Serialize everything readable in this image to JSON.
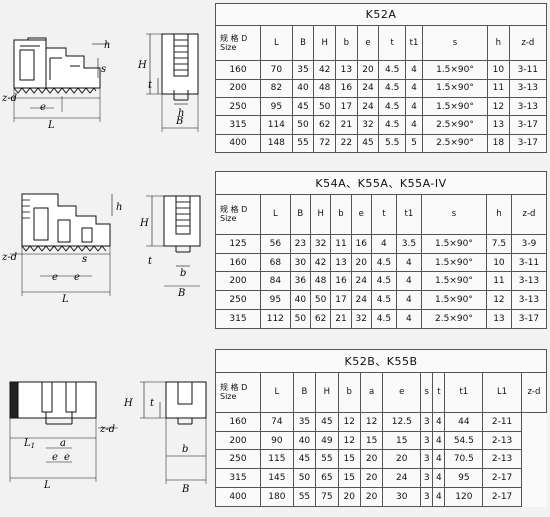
{
  "labels": {
    "L": "L",
    "B": "B",
    "H": "H",
    "h": "h",
    "e": "e",
    "s": "s",
    "t": "t",
    "t1": "t",
    "t1sub": "1",
    "a": "a",
    "L1": "L",
    "L1sub": "1",
    "zd": "z-d"
  },
  "tables": [
    {
      "title": "K52A",
      "cap_a": "规 格 D",
      "cap_b": "Size",
      "headers": [
        "L",
        "B",
        "H",
        "b",
        "e",
        "t",
        "t1",
        "s",
        "h",
        "z-d"
      ],
      "rows": [
        [
          "160",
          "70",
          "35",
          "42",
          "13",
          "20",
          "4.5",
          "4",
          "1.5×90°",
          "10",
          "3-11"
        ],
        [
          "200",
          "82",
          "40",
          "48",
          "16",
          "24",
          "4.5",
          "4",
          "1.5×90°",
          "11",
          "3-13"
        ],
        [
          "250",
          "95",
          "45",
          "50",
          "17",
          "24",
          "4.5",
          "4",
          "1.5×90°",
          "12",
          "3-13"
        ],
        [
          "315",
          "114",
          "50",
          "62",
          "21",
          "32",
          "4.5",
          "4",
          "2.5×90°",
          "13",
          "3-17"
        ],
        [
          "400",
          "148",
          "55",
          "72",
          "22",
          "45",
          "5.5",
          "5",
          "2.5×90°",
          "18",
          "3-17"
        ]
      ]
    },
    {
      "title": "K54A、K55A、K55A-IV",
      "cap_a": "规 格 D",
      "cap_b": "Size",
      "headers": [
        "L",
        "B",
        "H",
        "b",
        "e",
        "t",
        "t1",
        "s",
        "h",
        "z-d"
      ],
      "rows": [
        [
          "125",
          "56",
          "23",
          "32",
          "11",
          "16",
          "4",
          "3.5",
          "1.5×90°",
          "7.5",
          "3-9"
        ],
        [
          "160",
          "68",
          "30",
          "42",
          "13",
          "20",
          "4.5",
          "4",
          "1.5×90°",
          "10",
          "3-11"
        ],
        [
          "200",
          "84",
          "36",
          "48",
          "16",
          "24",
          "4.5",
          "4",
          "1.5×90°",
          "11",
          "3-13"
        ],
        [
          "250",
          "95",
          "40",
          "50",
          "17",
          "24",
          "4.5",
          "4",
          "1.5×90°",
          "12",
          "3-13"
        ],
        [
          "315",
          "112",
          "50",
          "62",
          "21",
          "32",
          "4.5",
          "4",
          "2.5×90°",
          "13",
          "3-17"
        ]
      ]
    },
    {
      "title": "K52B、K55B",
      "cap_a": "规 格 D",
      "cap_b": "Size",
      "headers": [
        "L",
        "B",
        "H",
        "b",
        "a",
        "e",
        "s",
        "t",
        "t1",
        "L1",
        "z-d"
      ],
      "rows": [
        [
          "160",
          "74",
          "35",
          "45",
          "12",
          "12",
          "12.5",
          "3",
          "4",
          "44",
          "2-11"
        ],
        [
          "200",
          "90",
          "40",
          "49",
          "12",
          "15",
          "15",
          "3",
          "4",
          "54.5",
          "2-13"
        ],
        [
          "250",
          "115",
          "45",
          "55",
          "15",
          "20",
          "20",
          "3",
          "4",
          "70.5",
          "2-13"
        ],
        [
          "315",
          "145",
          "50",
          "65",
          "15",
          "20",
          "24",
          "3",
          "4",
          "95",
          "2-17"
        ],
        [
          "400",
          "180",
          "55",
          "75",
          "20",
          "20",
          "30",
          "3",
          "4",
          "120",
          "2-17"
        ]
      ]
    }
  ]
}
